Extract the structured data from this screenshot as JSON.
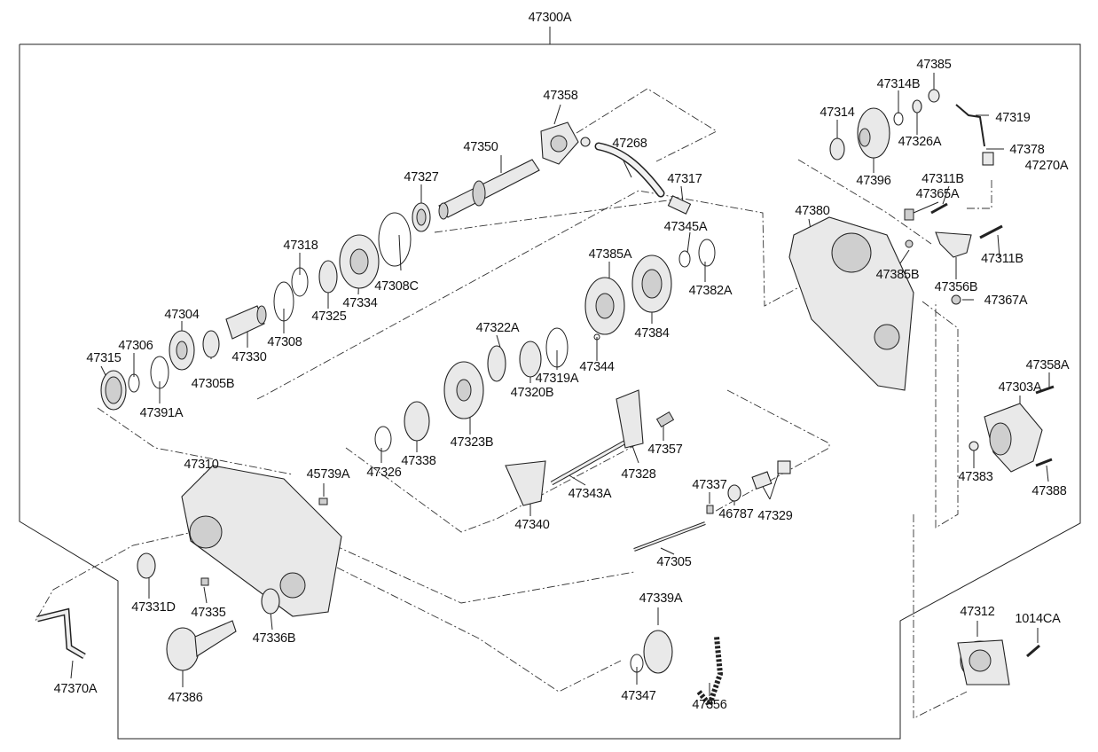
{
  "diagram": {
    "title": "47300A",
    "labels": [
      "47385",
      "47314B",
      "47319",
      "47314",
      "47326A",
      "47378",
      "47270A",
      "47396",
      "47358",
      "47268",
      "47317",
      "47350",
      "47327",
      "47311B",
      "47365A",
      "47380",
      "47345A",
      "47311B",
      "47318",
      "47308C",
      "47385A",
      "47382A",
      "47385B",
      "47356B",
      "47367A",
      "47334",
      "47325",
      "47304",
      "47308",
      "47306",
      "47330",
      "47384",
      "47315",
      "47305B",
      "47322A",
      "47344",
      "47319A",
      "47320B",
      "47358A",
      "47303A",
      "47391A",
      "47323B",
      "47357",
      "47338",
      "47326",
      "47328",
      "47310",
      "45739A",
      "47343A",
      "47383",
      "47388",
      "47337",
      "47329",
      "46787",
      "47340",
      "47305",
      "47331D",
      "47339A",
      "47312",
      "1014CA",
      "47335",
      "47336B",
      "47370A",
      "47386",
      "47347",
      "47356"
    ]
  }
}
